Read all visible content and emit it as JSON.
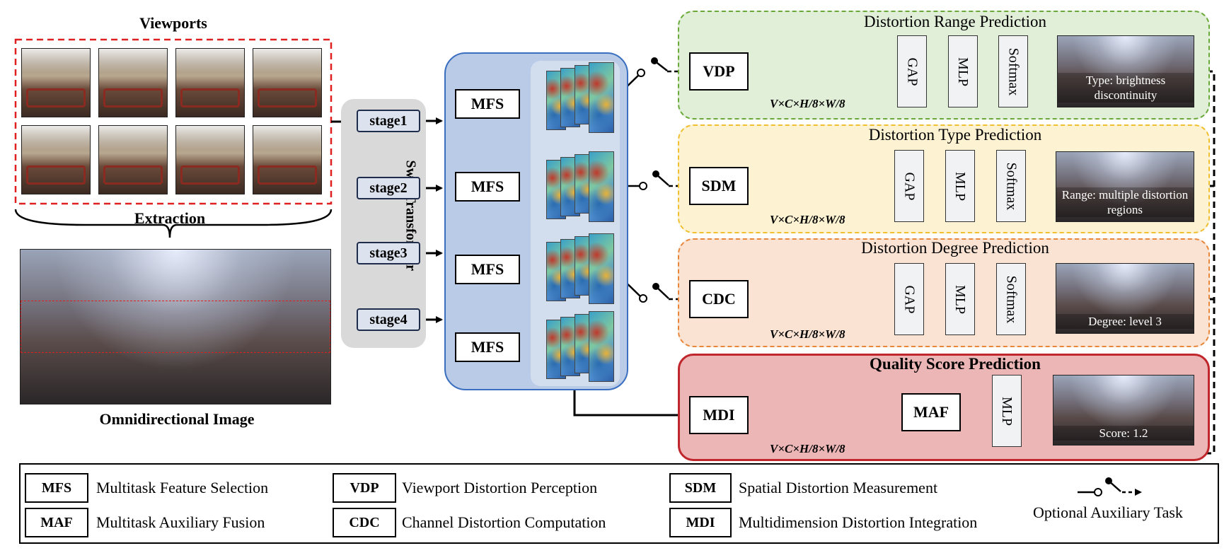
{
  "input": {
    "viewports_title": "Viewports",
    "extraction_label": "Extraction",
    "omni_label": "Omnidirectional Image"
  },
  "backbone": {
    "title": "Swin Transformer",
    "stages": [
      "stage1",
      "stage2",
      "stage3",
      "stage4"
    ]
  },
  "mfs": {
    "labels": [
      "MFS",
      "MFS",
      "MFS",
      "MFS"
    ]
  },
  "tasks": [
    {
      "title": "Distortion Range Prediction",
      "module": "VDP",
      "tensor": "V×C×H/8×W/8",
      "ops": [
        "GAP",
        "MLP",
        "Softmax"
      ],
      "output": "Type: brightness discontinuity",
      "bg": "#e1eed8",
      "border": "#6aaa3a"
    },
    {
      "title": "Distortion Type Prediction",
      "module": "SDM",
      "tensor": "V×C×H/8×W/8",
      "ops": [
        "GAP",
        "MLP",
        "Softmax"
      ],
      "output": "Range: multiple distortion regions",
      "bg": "#fdf2d2",
      "border": "#f0c030"
    },
    {
      "title": "Distortion Degree Prediction",
      "module": "CDC",
      "tensor": "V×C×H/8×W/8",
      "ops": [
        "GAP",
        "MLP",
        "Softmax"
      ],
      "output": "Degree: level 3",
      "bg": "#fbe3d4",
      "border": "#e8873a"
    },
    {
      "title": "Quality Score Prediction",
      "module": "MDI",
      "tensor": "V×C×H/8×W/8",
      "fusion": "MAF",
      "ops": [
        "MLP"
      ],
      "output": "Score: 1.2",
      "bg": "#ecb6b6",
      "border": "#c0272d"
    }
  ],
  "legend": [
    {
      "abbr": "MFS",
      "text": "Multitask Feature Selection"
    },
    {
      "abbr": "VDP",
      "text": "Viewport Distortion Perception"
    },
    {
      "abbr": "SDM",
      "text": "Spatial Distortion Measurement"
    },
    {
      "abbr": "MAF",
      "text": "Multitask Auxiliary Fusion"
    },
    {
      "abbr": "CDC",
      "text": "Channel Distortion Computation"
    },
    {
      "abbr": "MDI",
      "text": "Multidimension Distortion Integration"
    }
  ],
  "legend_optional": "Optional Auxiliary Task",
  "colors": {
    "viewport_border": "#e02020",
    "backbone_bg": "#d9d9d9",
    "mfs_panel_bg": "#b9cbe6",
    "mfs_panel_border": "#3a6fc0"
  }
}
